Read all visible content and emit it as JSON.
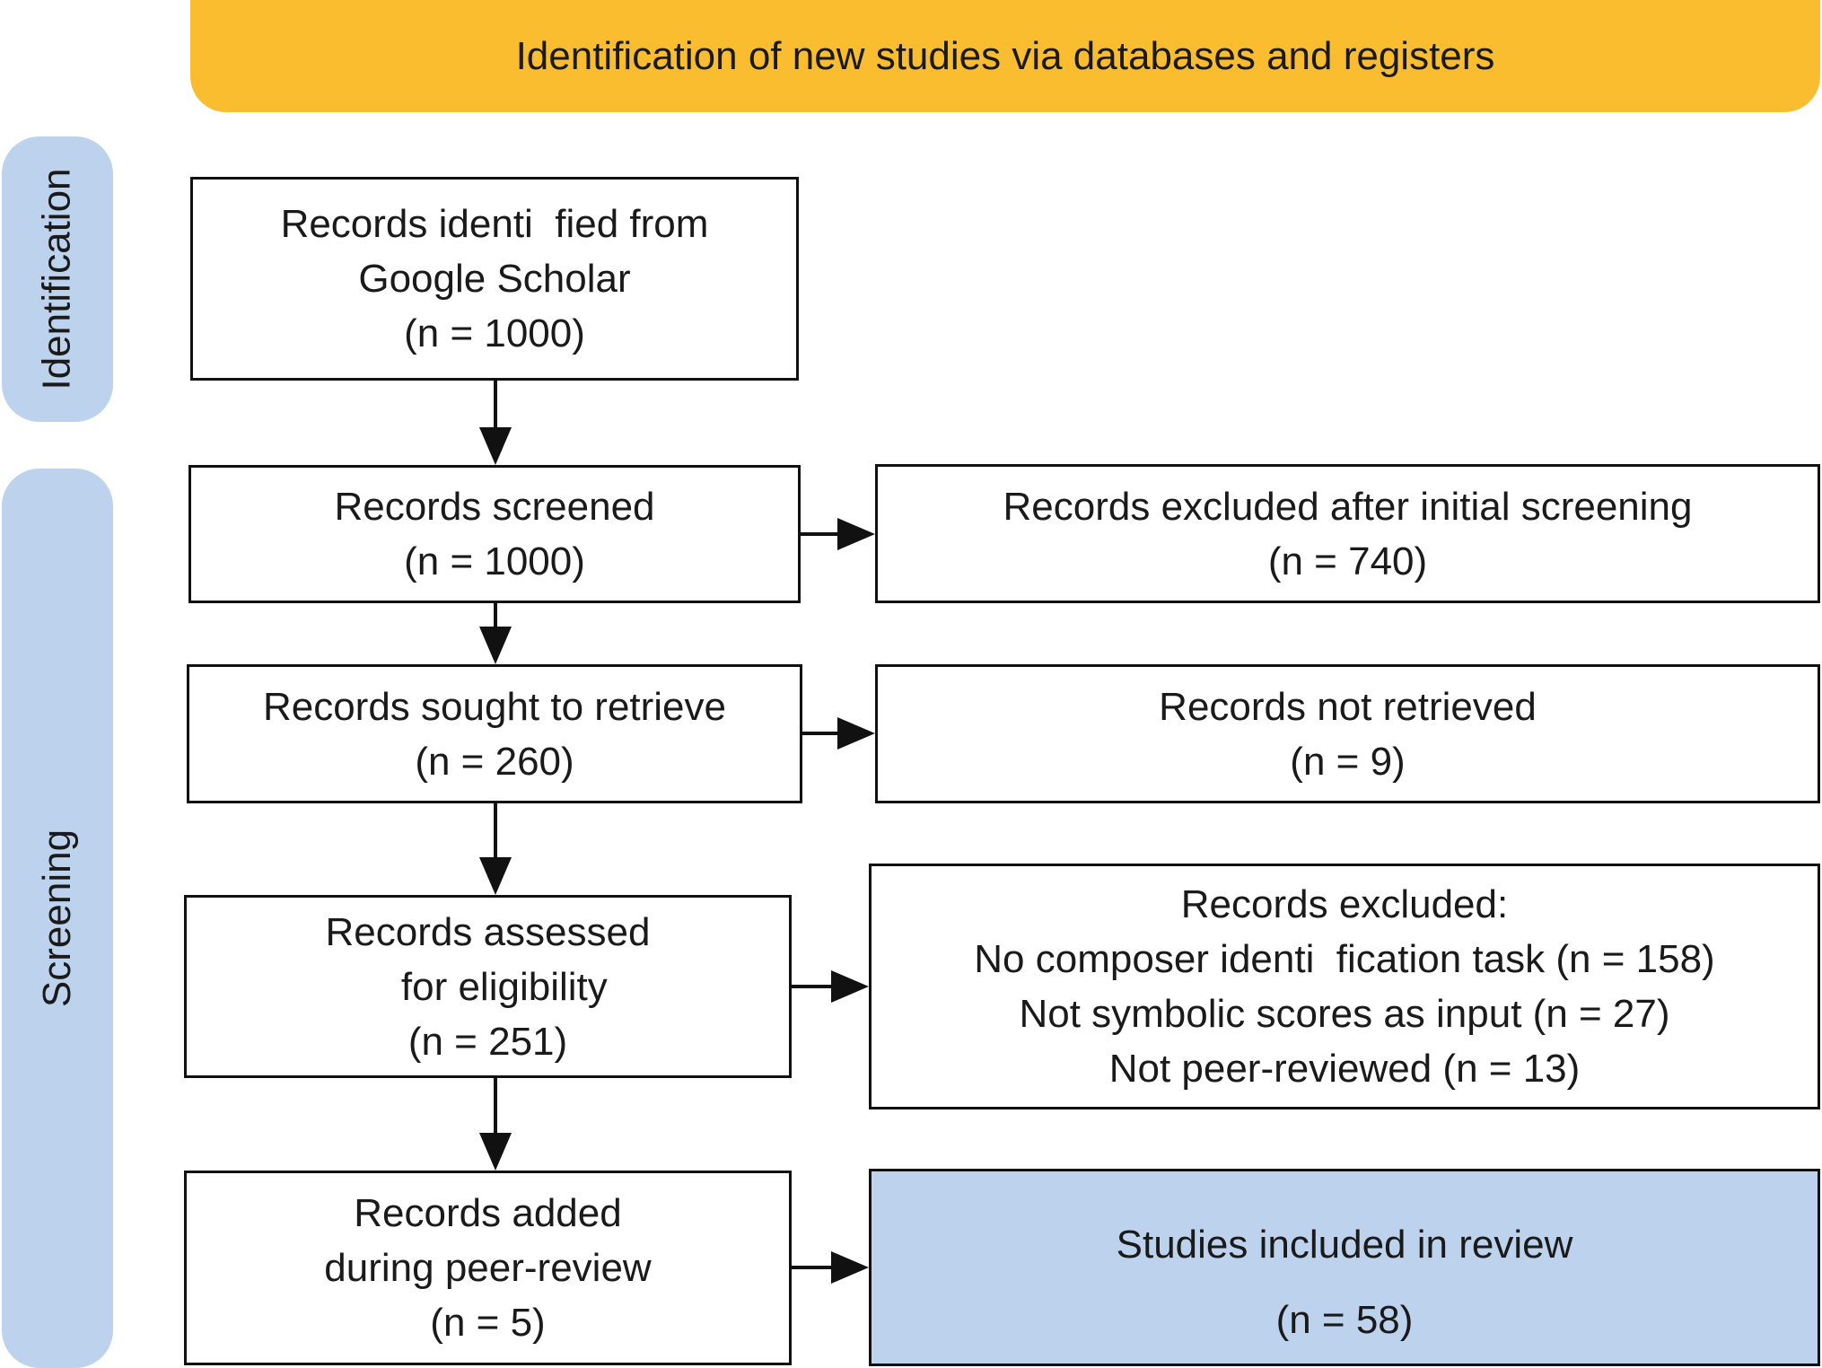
{
  "header": {
    "title": "Identification of new studies via databases and registers"
  },
  "phases": {
    "identification": "Identification",
    "screening": "Screening"
  },
  "boxes": {
    "identified": {
      "lines": [
        "Records identi  fied from",
        "Google Scholar",
        "(n = 1000)"
      ]
    },
    "screened": {
      "lines": [
        "Records screened",
        "(n = 1000)"
      ]
    },
    "excluded_initial": {
      "lines": [
        "Records excluded after initial screening",
        "(n = 740)"
      ]
    },
    "sought": {
      "lines": [
        "Records sought to retrieve",
        "(n = 260)"
      ]
    },
    "not_retrieved": {
      "lines": [
        "Records not retrieved",
        "(n = 9)"
      ]
    },
    "assessed": {
      "lines": [
        "Records assessed",
        "   for eligibility",
        "(n = 251)"
      ]
    },
    "excluded_reasons": {
      "lines": [
        "Records excluded:",
        "No composer identi  fication task (n = 158)",
        "Not symbolic scores as input (n = 27)",
        "Not peer-reviewed (n = 13)"
      ]
    },
    "added": {
      "lines": [
        "Records added",
        "during peer-review",
        "(n = 5)"
      ]
    },
    "included": {
      "lines": [
        "Studies included in review",
        "(n = 58)"
      ]
    }
  },
  "colors": {
    "header": "#fbbd30",
    "phase": "#bdd3ed",
    "included_fill": "#bdd3ed",
    "border": "#111111"
  }
}
